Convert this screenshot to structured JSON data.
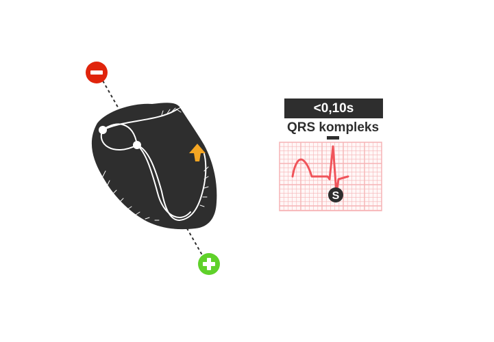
{
  "ecg_panel": {
    "duration_label": "<0,10s",
    "complex_label": "QRS kompleks",
    "wave_marker": "S"
  },
  "electrodes": {
    "negative": {
      "symbol": "minus-icon",
      "color": "#e0240c"
    },
    "positive": {
      "symbol": "plus-icon",
      "color": "#5fd12a"
    }
  },
  "heart": {
    "fill_color": "#2e2e2e",
    "arrow_color": "#f5a623"
  },
  "ecg_colors": {
    "grid": "#f6b3b5",
    "trace": "#f0545a",
    "label_bg": "#2e2e2e"
  }
}
